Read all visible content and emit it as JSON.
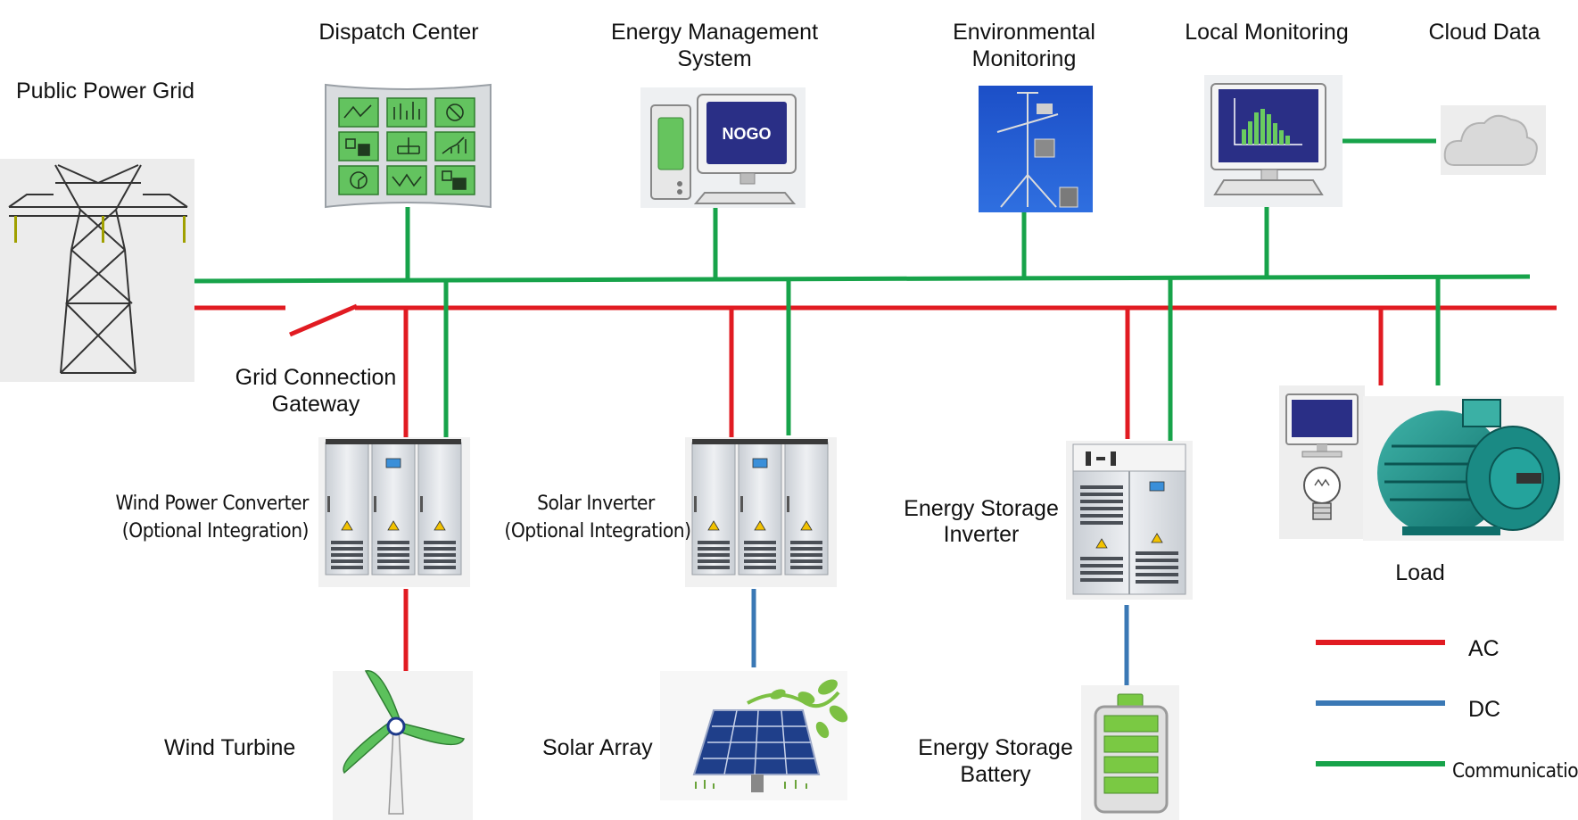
{
  "labels": {
    "public_power_grid": "Public Power Grid",
    "dispatch_center": "Dispatch Center",
    "energy_management_line1": "Energy Management",
    "energy_management_line2": "System",
    "env_monitoring_line1": "Environmental",
    "env_monitoring_line2": "Monitoring",
    "local_monitoring": "Local Monitoring",
    "cloud_data": "Cloud Data",
    "grid_gateway_line1": "Grid Connection",
    "grid_gateway_line2": "Gateway",
    "wind_converter_line1": "Wind Power Converter",
    "wind_converter_line2": "(Optional Integration)",
    "solar_inverter_line1": "Solar Inverter",
    "solar_inverter_line2": "(Optional Integration)",
    "storage_inverter_line1": "Energy Storage",
    "storage_inverter_line2": "Inverter",
    "load": "Load",
    "wind_turbine": "Wind Turbine",
    "solar_array": "Solar Array",
    "storage_battery_line1": "Energy Storage",
    "storage_battery_line2": "Battery"
  },
  "screen_brand": "NOGO",
  "legend": [
    {
      "label": "AC",
      "color": "#e11b22"
    },
    {
      "label": "DC",
      "color": "#3a78b5"
    },
    {
      "label": "Communication",
      "color": "#17a34a"
    }
  ],
  "colors": {
    "ac": "#e11b22",
    "dc": "#3a78b5",
    "communication": "#17a34a",
    "icon_green": "#5cc15c",
    "screen_navy": "#2a2f86",
    "cabinet_gray": "#e3e6ea"
  }
}
